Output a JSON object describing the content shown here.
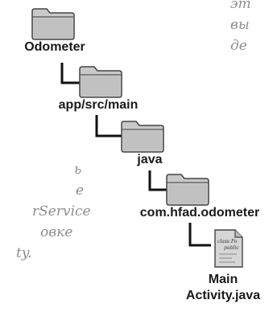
{
  "notes": {
    "right": [
      "эт",
      "вы",
      "де"
    ],
    "left": [
      "ь",
      "е",
      "rService",
      "овке",
      "ty."
    ]
  },
  "tree": {
    "folder_icon": "folder-icon",
    "file_icon": "java-file-icon",
    "items": [
      {
        "label": "Odometer",
        "type": "folder"
      },
      {
        "label": "app/src/main",
        "type": "folder"
      },
      {
        "label": "java",
        "type": "folder"
      },
      {
        "label": "com.hfad.odometer",
        "type": "folder"
      },
      {
        "label_lines": [
          "Main",
          "Activity.java"
        ],
        "type": "file"
      }
    ],
    "file_snippet": [
      "class Fo",
      "public"
    ]
  }
}
